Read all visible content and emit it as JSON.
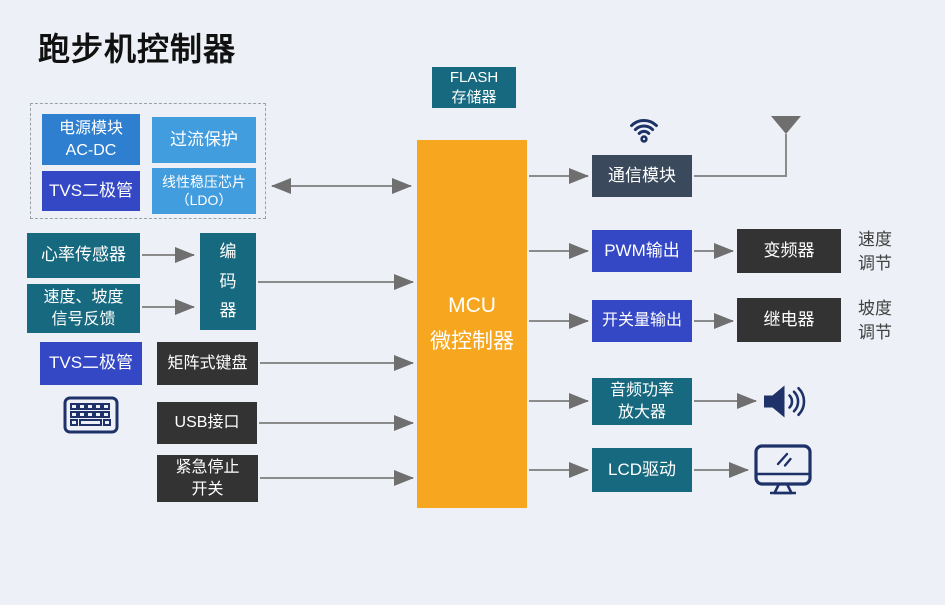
{
  "title": "跑步机控制器",
  "colors": {
    "background": "#edf1f7",
    "teal": "#17697f",
    "orange": "#f6a61f",
    "indigo": "#3447c5",
    "medium_blue": "#2e7fd0",
    "light_blue": "#429ddf",
    "navy": "#3a495c",
    "dark": "#333333",
    "icon_navy": "#1e3168",
    "arrow": "#8b8b8b",
    "arrowhead": "#6f6f6f",
    "title_text": "#111111",
    "note_text": "#414141",
    "dash_border": "#97a0ab"
  },
  "center": {
    "flash": "FLASH\n存储器",
    "mcu": "MCU\n微控制器"
  },
  "power_group": {
    "power_module": "电源模块\nAC-DC",
    "overcurrent_protection": "过流保护",
    "tvs_diode": "TVS二极管",
    "ldo": "线性稳压芯片\n（LDO）"
  },
  "left": {
    "heart_rate_sensor": "心率传感器",
    "speed_incline_feedback": "速度、坡度\n信号反馈",
    "encoder": "编\n码\n器",
    "tvs_diode": "TVS二极管",
    "matrix_keyboard": "矩阵式键盘",
    "usb_port": "USB接口",
    "emergency_stop": "紧急停止\n开关"
  },
  "right": {
    "comm_module": "通信模块",
    "pwm_output": "PWM输出",
    "inverter": "变频器",
    "speed_note": "速度\n调节",
    "switch_output": "开关量输出",
    "relay": "继电器",
    "incline_note": "坡度\n调节",
    "audio_amp": "音频功率\n放大器",
    "lcd_driver": "LCD驱动"
  },
  "icons": {
    "wifi": "wifi-icon",
    "antenna": "antenna-icon",
    "keyboard": "keyboard-icon",
    "speaker": "speaker-icon",
    "monitor": "monitor-icon"
  }
}
